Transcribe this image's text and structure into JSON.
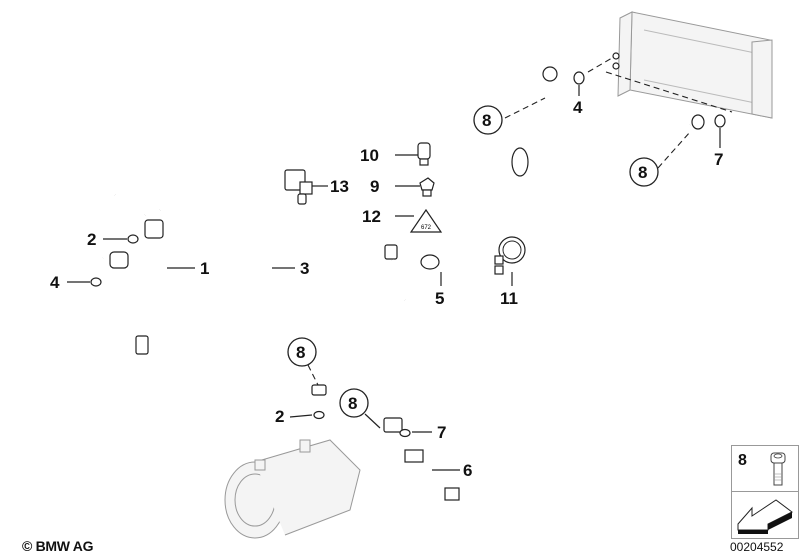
{
  "diagram": {
    "title": "Refrigerant pipes / A/C hoses exploded view",
    "copyright": "© BMW AG",
    "diagram_id": "00204552",
    "legend": {
      "part_number": "8",
      "icon": "socket-head-bolt-icon",
      "arrow_icon": "direction-arrow-icon"
    },
    "callouts": [
      {
        "id": "callout-1",
        "text": "1"
      },
      {
        "id": "callout-2a",
        "text": "2"
      },
      {
        "id": "callout-2b",
        "text": "2"
      },
      {
        "id": "callout-3",
        "text": "3"
      },
      {
        "id": "callout-4a",
        "text": "4"
      },
      {
        "id": "callout-4b",
        "text": "4"
      },
      {
        "id": "callout-5",
        "text": "5"
      },
      {
        "id": "callout-6",
        "text": "6"
      },
      {
        "id": "callout-7a",
        "text": "7"
      },
      {
        "id": "callout-7b",
        "text": "7"
      },
      {
        "id": "callout-8a",
        "text": "8"
      },
      {
        "id": "callout-8b",
        "text": "8"
      },
      {
        "id": "callout-8c",
        "text": "8"
      },
      {
        "id": "callout-8d",
        "text": "8"
      },
      {
        "id": "callout-9",
        "text": "9"
      },
      {
        "id": "callout-10",
        "text": "10"
      },
      {
        "id": "callout-11",
        "text": "11"
      },
      {
        "id": "callout-12",
        "text": "12"
      },
      {
        "id": "callout-13",
        "text": "13"
      }
    ],
    "warning_label_text": "672"
  }
}
